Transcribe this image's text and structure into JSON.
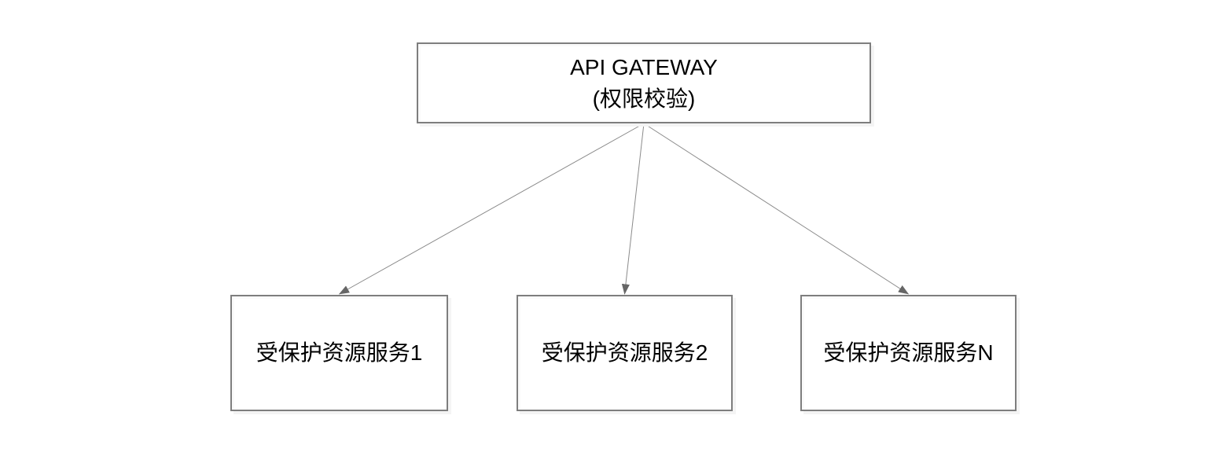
{
  "diagram": {
    "background_color": "#ffffff",
    "box_border_color": "#7e7e7e",
    "box_fill_color": "#ffffff",
    "edge_line_color": "#8a8a8a",
    "arrowhead_color": "#666666",
    "nodes": [
      {
        "id": "gateway",
        "label_line1": "API GATEWAY",
        "label_line2": "(权限校验)"
      },
      {
        "id": "service1",
        "label": "受保护资源服务1"
      },
      {
        "id": "service2",
        "label": "受保护资源服务2"
      },
      {
        "id": "serviceN",
        "label": "受保护资源服务N"
      }
    ],
    "edges": [
      {
        "from": "gateway",
        "to": "service1"
      },
      {
        "from": "gateway",
        "to": "service2"
      },
      {
        "from": "gateway",
        "to": "serviceN"
      }
    ]
  }
}
